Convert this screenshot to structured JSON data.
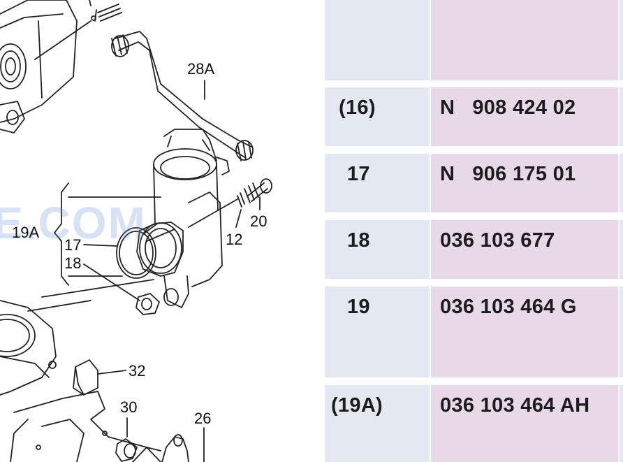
{
  "diagram": {
    "watermark": "E.COM",
    "labels": {
      "l28a": "28A",
      "l19a": "19A",
      "l17": "17",
      "l18": "18",
      "l12": "12",
      "l20": "20",
      "l32": "32",
      "l30": "30",
      "l26": "26"
    }
  },
  "table": {
    "rows": [
      {
        "num": "",
        "part": ""
      },
      {
        "num": "(16)",
        "part": "N   908 424 02"
      },
      {
        "num": "17",
        "part": "N   906 175 01"
      },
      {
        "num": "18",
        "part": "036 103 677"
      },
      {
        "num": "19",
        "part": "036 103 464 G"
      },
      {
        "num": "(19A)",
        "part": "036 103 464 AH"
      }
    ]
  }
}
